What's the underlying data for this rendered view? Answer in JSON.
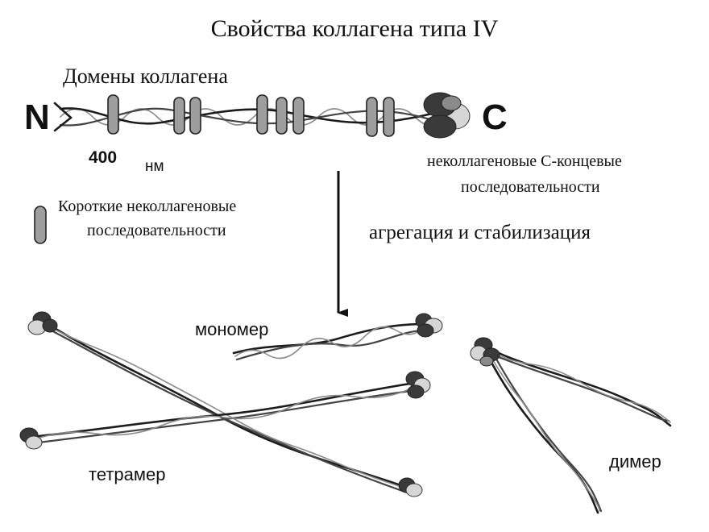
{
  "diagram": {
    "title": "Свойства коллагена типа IV",
    "domains_label": "Домены коллагена",
    "n_label": "N",
    "c_label": "C",
    "length_value": "400",
    "length_unit": "нм",
    "c_terminal_label_line1": "неколлагеновые С-концевые",
    "c_terminal_label_line2": "последовательности",
    "short_seq_label_line1": "Короткие неколлагеновые",
    "short_seq_label_line2": "последовательности",
    "aggregation_label": "агрегация и стабилизация",
    "monomer_label": "мономер",
    "tetramer_label": "тетрамер",
    "dimer_label": "димер"
  }
}
